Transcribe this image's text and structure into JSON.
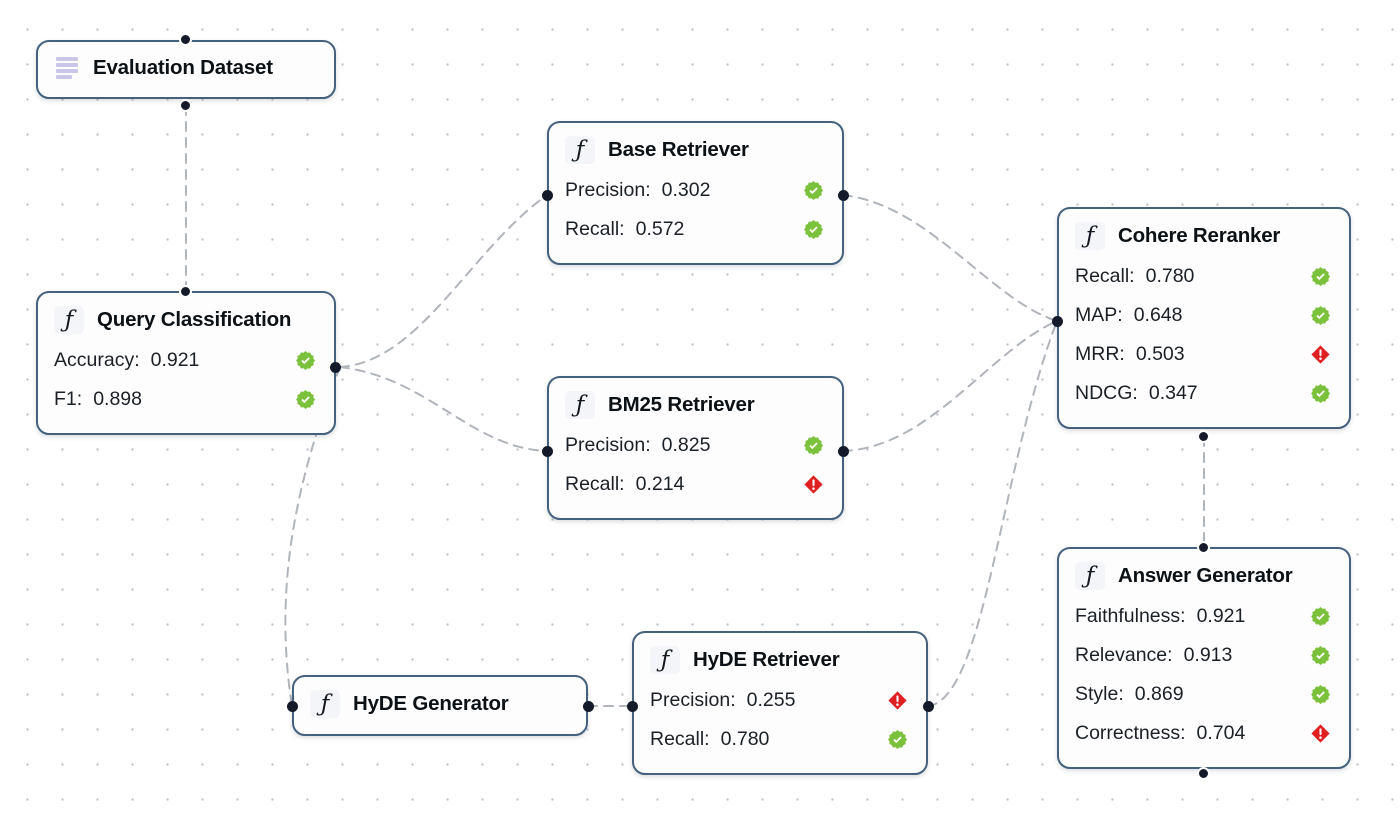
{
  "canvas": {
    "background_color": "#ffffff",
    "grid_dot_color": "#b8bcc4",
    "edge_color": "#b0b4bb",
    "node_border_color": "#46617d",
    "port_color": "#151a2b",
    "pass_color": "#7cc13c",
    "fail_color": "#e02020"
  },
  "nodes": {
    "evaluation_dataset": {
      "title": "Evaluation Dataset",
      "icon": "dataset-list-icon",
      "metrics": []
    },
    "query_classification": {
      "title": "Query Classification",
      "icon": "function-icon",
      "metrics": [
        {
          "label": "Accuracy:",
          "value": "0.921",
          "status": "pass",
          "status_icon": "check-badge-icon"
        },
        {
          "label": "F1:",
          "value": "0.898",
          "status": "pass",
          "status_icon": "check-badge-icon"
        }
      ]
    },
    "base_retriever": {
      "title": "Base Retriever",
      "icon": "function-icon",
      "metrics": [
        {
          "label": "Precision:",
          "value": "0.302",
          "status": "pass",
          "status_icon": "check-badge-icon"
        },
        {
          "label": "Recall:",
          "value": "0.572",
          "status": "pass",
          "status_icon": "check-badge-icon"
        }
      ]
    },
    "bm25_retriever": {
      "title": "BM25 Retriever",
      "icon": "function-icon",
      "metrics": [
        {
          "label": "Precision:",
          "value": "0.825",
          "status": "pass",
          "status_icon": "check-badge-icon"
        },
        {
          "label": "Recall:",
          "value": "0.214",
          "status": "fail",
          "status_icon": "alert-diamond-icon"
        }
      ]
    },
    "cohere_reranker": {
      "title": "Cohere Reranker",
      "icon": "function-icon",
      "metrics": [
        {
          "label": "Recall:",
          "value": "0.780",
          "status": "pass",
          "status_icon": "check-badge-icon"
        },
        {
          "label": "MAP:",
          "value": "0.648",
          "status": "pass",
          "status_icon": "check-badge-icon"
        },
        {
          "label": "MRR:",
          "value": "0.503",
          "status": "fail",
          "status_icon": "alert-diamond-icon"
        },
        {
          "label": "NDCG:",
          "value": "0.347",
          "status": "pass",
          "status_icon": "check-badge-icon"
        }
      ]
    },
    "answer_generator": {
      "title": "Answer Generator",
      "icon": "function-icon",
      "metrics": [
        {
          "label": "Faithfulness:",
          "value": "0.921",
          "status": "pass",
          "status_icon": "check-badge-icon"
        },
        {
          "label": "Relevance:",
          "value": "0.913",
          "status": "pass",
          "status_icon": "check-badge-icon"
        },
        {
          "label": "Style:",
          "value": "0.869",
          "status": "pass",
          "status_icon": "check-badge-icon"
        },
        {
          "label": "Correctness:",
          "value": "0.704",
          "status": "fail",
          "status_icon": "alert-diamond-icon"
        }
      ]
    },
    "hyde_generator": {
      "title": "HyDE Generator",
      "icon": "function-icon",
      "metrics": []
    },
    "hyde_retriever": {
      "title": "HyDE Retriever",
      "icon": "function-icon",
      "metrics": [
        {
          "label": "Precision:",
          "value": "0.255",
          "status": "fail",
          "status_icon": "alert-diamond-icon"
        },
        {
          "label": "Recall:",
          "value": "0.780",
          "status": "pass",
          "status_icon": "check-badge-icon"
        }
      ]
    }
  },
  "edges": [
    {
      "from": "evaluation_dataset",
      "to": "query_classification"
    },
    {
      "from": "query_classification",
      "to": "base_retriever"
    },
    {
      "from": "query_classification",
      "to": "bm25_retriever"
    },
    {
      "from": "query_classification",
      "to": "hyde_generator"
    },
    {
      "from": "base_retriever",
      "to": "cohere_reranker"
    },
    {
      "from": "bm25_retriever",
      "to": "cohere_reranker"
    },
    {
      "from": "hyde_generator",
      "to": "hyde_retriever"
    },
    {
      "from": "hyde_retriever",
      "to": "cohere_reranker"
    },
    {
      "from": "cohere_reranker",
      "to": "answer_generator"
    }
  ]
}
